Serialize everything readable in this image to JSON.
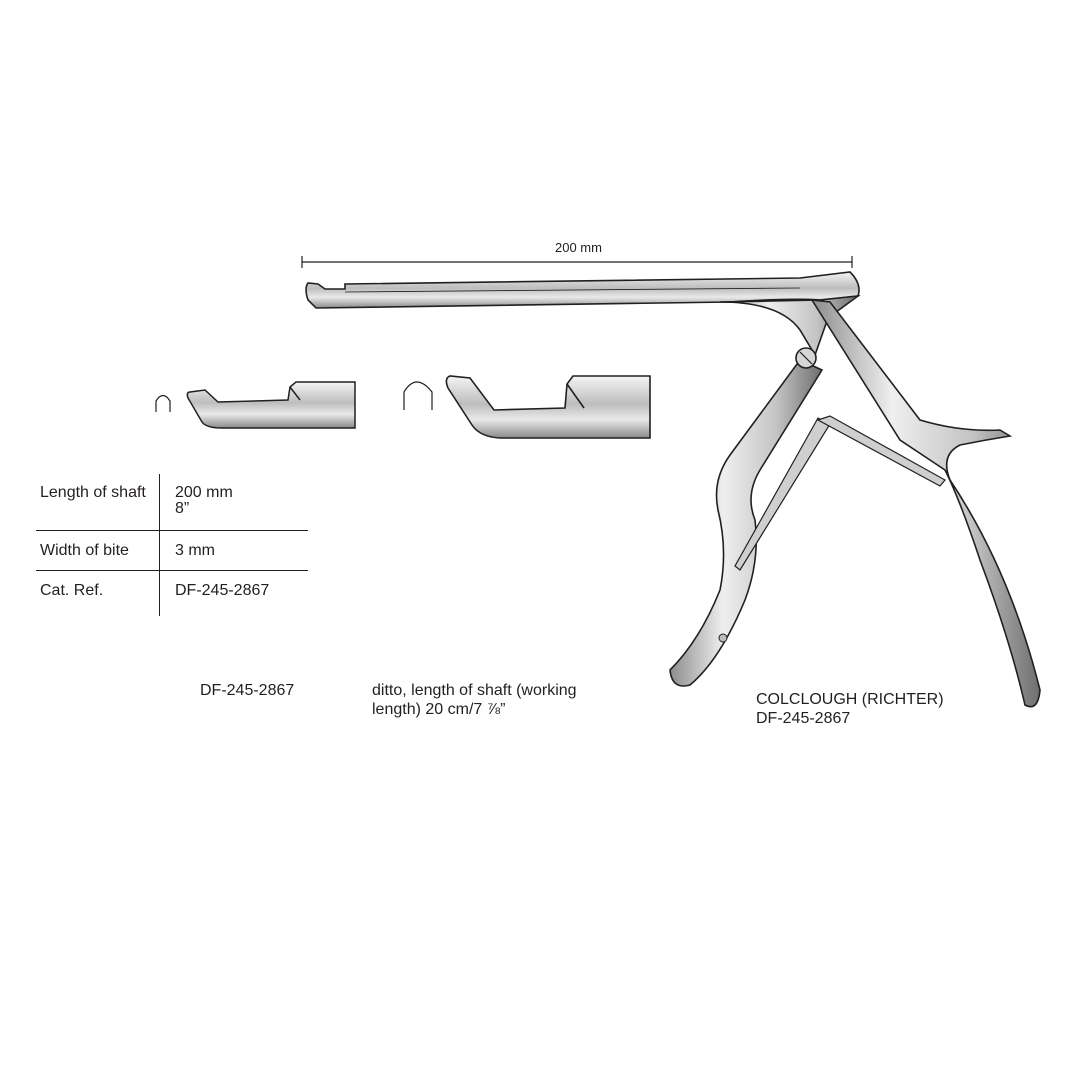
{
  "dimension": {
    "label": "200 mm"
  },
  "spec_table": {
    "rows": [
      {
        "label": "Length of shaft",
        "value_line1": "200 mm",
        "value_line2": "8”"
      },
      {
        "label": "Width of bite",
        "value_line1": "3 mm"
      },
      {
        "label": "Cat. Ref.",
        "value_line1": "DF-245-2867"
      }
    ]
  },
  "captions": {
    "tip_small": "DF-245-2867",
    "tip_large_line1": "ditto,  length of shaft (working",
    "tip_large_line2": "length) 20 cm/7 ⅞”",
    "instrument_name": "COLCLOUGH (RICHTER)",
    "instrument_ref": "DF-245-2867"
  },
  "colors": {
    "ink": "#231f20",
    "steel_light": "#e6e6e6",
    "steel_mid": "#b8b8b8",
    "steel_dark": "#555555"
  }
}
